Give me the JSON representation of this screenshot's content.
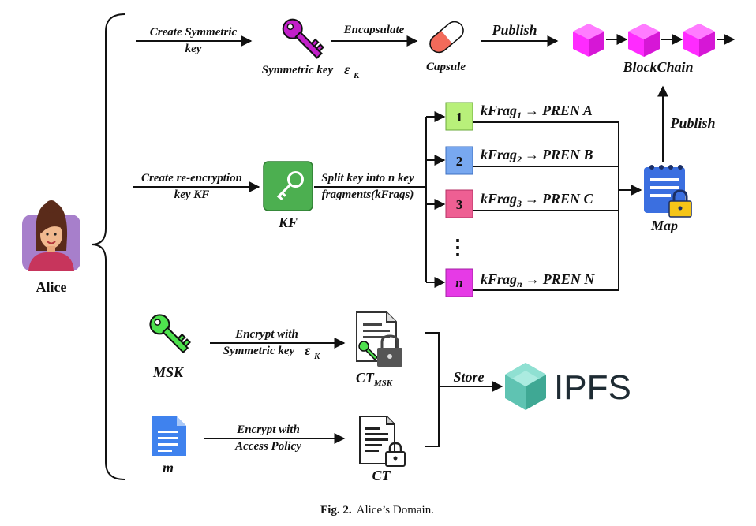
{
  "actor": {
    "name": "Alice"
  },
  "top_row": {
    "create_sym_key_line1": "Create Symmetric",
    "create_sym_key_line2": "key",
    "sym_key_label": "Symmetric key",
    "sym_key_symbol": "ε",
    "sym_key_subscript": "K",
    "encapsulate_label": "Encapsulate",
    "capsule_label": "Capsule",
    "publish_label": "Publish",
    "blockchain_label": "BlockChain"
  },
  "kf_row": {
    "create_reenc_line1": "Create re-encryption",
    "create_reenc_line2": "key KF",
    "kf_label": "KF",
    "split_line1": "Split key into n key",
    "split_line2": "fragments(kFrags)",
    "publish_label": "Publish",
    "map_label": "Map",
    "fragments": [
      {
        "num": "1",
        "kfrag": "kFrag",
        "sub": "1",
        "arrow": "→",
        "target": "PREN A",
        "color": "#b8f07a"
      },
      {
        "num": "2",
        "kfrag": "kFrag",
        "sub": "2",
        "arrow": "→",
        "target": "PREN B",
        "color": "#78a8f0"
      },
      {
        "num": "3",
        "kfrag": "kFrag",
        "sub": "3",
        "arrow": "→",
        "target": "PREN C",
        "color": "#ee5f93"
      },
      {
        "num": "n",
        "kfrag": "kFrag",
        "sub": "n",
        "arrow": "→",
        "target": "PREN N",
        "color": "#e63ae6"
      }
    ],
    "ellipsis": "⋮"
  },
  "bottom_rows": {
    "msk_label": "MSK",
    "encrypt_sym_line1": "Encrypt with",
    "encrypt_sym_line2": "Symmetric key",
    "encrypt_sym_symbol": "ε",
    "encrypt_sym_subscript": "K",
    "ct_msk_label": "CT",
    "ct_msk_subscript": "MSK",
    "m_label": "m",
    "encrypt_policy_line1": "Encrypt with",
    "encrypt_policy_line2": "Access Policy",
    "ct_label": "CT",
    "store_label": "Store",
    "ipfs_label": "IPFS"
  },
  "caption": {
    "fig": "Fig. 2.",
    "text": "Alice’s Domain."
  },
  "colors": {
    "key_magenta": "#c21fc9",
    "key_green": "#4ee24e",
    "block_magenta": "#ff2bff",
    "kf_green": "#4caf50",
    "map_blue": "#3b6fe0",
    "lock_yellow": "#f5c518",
    "ipfs_teal": "#5fc3b2",
    "doc_blue": "#3f82ee"
  }
}
